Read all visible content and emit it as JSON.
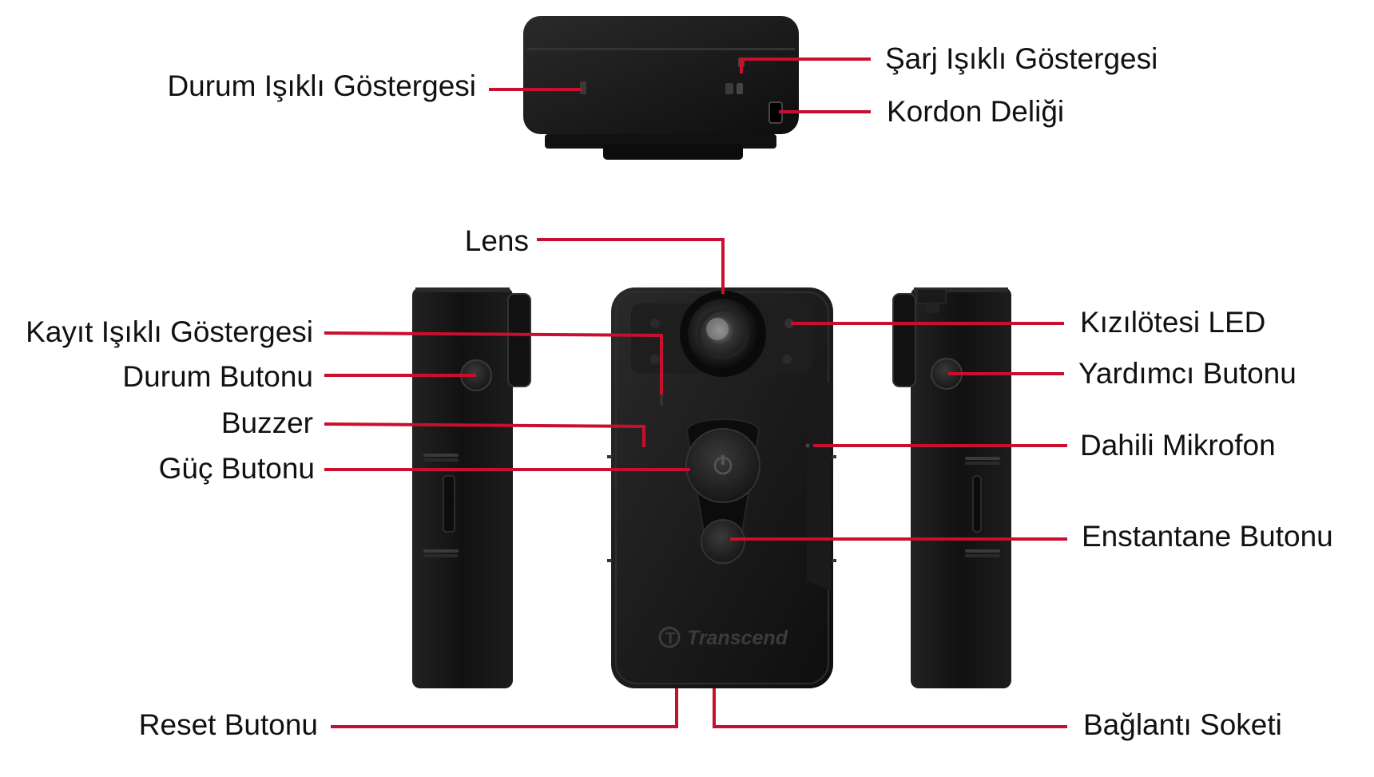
{
  "colors": {
    "leader": "#c8102e",
    "device": "#151515",
    "device_edge": "#2b2b2b",
    "text": "#111111",
    "background": "#ffffff"
  },
  "labels": {
    "status_led": "Durum Işıklı Göstergesi",
    "charge_led": "Şarj Işıklı Göstergesi",
    "lanyard_hole": "Kordon Deliği",
    "lens": "Lens",
    "record_led": "Kayıt Işıklı Göstergesi",
    "status_button": "Durum Butonu",
    "buzzer": "Buzzer",
    "power_button": "Güç Butonu",
    "infrared_led": "Kızılötesi LED",
    "aux_button": "Yardımcı Butonu",
    "microphone": "Dahili Mikrofon",
    "snapshot_button": "Enstantane Butonu",
    "reset_button": "Reset Butonu",
    "connector": "Bağlantı Soketi"
  },
  "brand": "Transcend"
}
